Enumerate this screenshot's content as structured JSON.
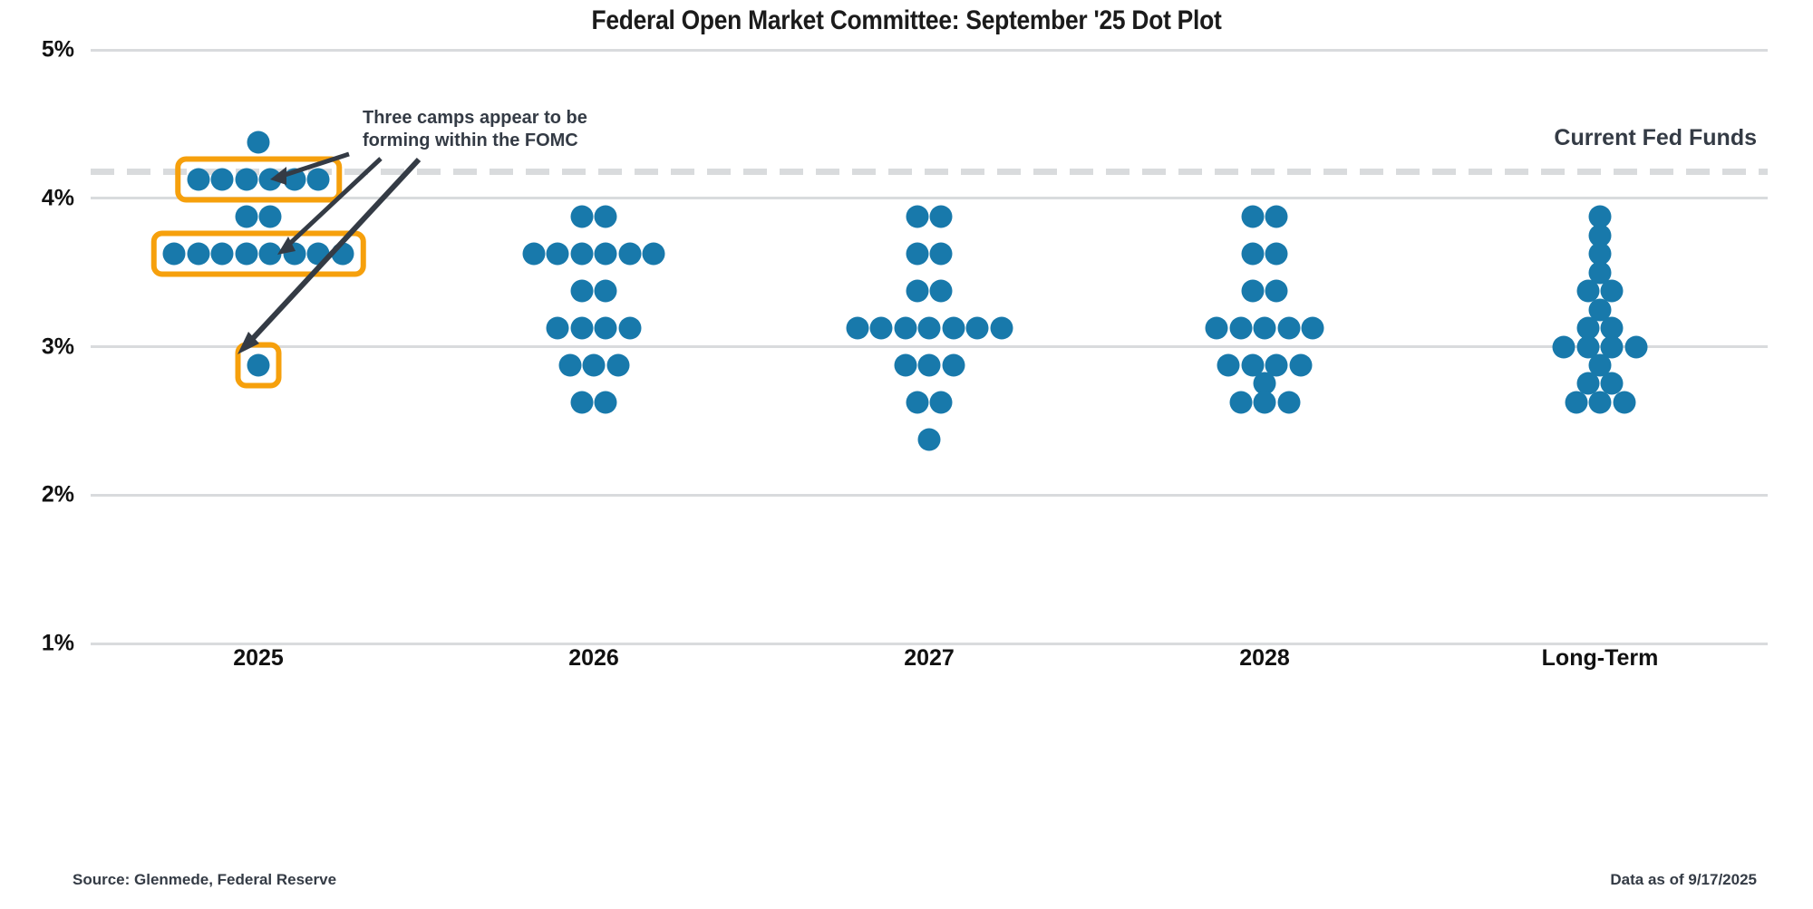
{
  "title": "Federal Open Market Committee: September '25 Dot Plot",
  "annotation": {
    "text": "Three camps appear to be\nforming within the FOMC",
    "color": "#343b45"
  },
  "fed_funds_label": "Current Fed Funds",
  "footer": {
    "source": "Source: Glenmede, Federal Reserve",
    "data_as_of": "Data as of 9/17/2025"
  },
  "style": {
    "dot_color": "#1879ab",
    "highlight_color": "#f6a00c",
    "grid_color": "#d9dbdd",
    "text_color": "#343b45"
  },
  "chart_data": {
    "type": "scatter",
    "title": "Federal Open Market Committee: September '25 Dot Plot",
    "xlabel": "",
    "ylabel": "",
    "ylim": [
      1,
      5
    ],
    "yticks": [
      "1%",
      "2%",
      "3%",
      "4%",
      "5%"
    ],
    "ytick_values": [
      1,
      2,
      3,
      4,
      5
    ],
    "grid": true,
    "legend": "none",
    "categories": [
      "2025",
      "2026",
      "2027",
      "2028",
      "Long-Term"
    ],
    "reference_line": {
      "label": "Current Fed Funds",
      "value": 4.18,
      "style": "dashed",
      "color": "#d9dbdd"
    },
    "series": [
      {
        "name": "2025",
        "dots": [
          {
            "rate": 4.375,
            "count": 1
          },
          {
            "rate": 4.125,
            "count": 6
          },
          {
            "rate": 3.875,
            "count": 2
          },
          {
            "rate": 3.625,
            "count": 8
          },
          {
            "rate": 2.875,
            "count": 1
          }
        ]
      },
      {
        "name": "2026",
        "dots": [
          {
            "rate": 3.875,
            "count": 2
          },
          {
            "rate": 3.625,
            "count": 6
          },
          {
            "rate": 3.375,
            "count": 2
          },
          {
            "rate": 3.125,
            "count": 4
          },
          {
            "rate": 2.875,
            "count": 3
          },
          {
            "rate": 2.625,
            "count": 2
          }
        ]
      },
      {
        "name": "2027",
        "dots": [
          {
            "rate": 3.875,
            "count": 2
          },
          {
            "rate": 3.625,
            "count": 2
          },
          {
            "rate": 3.375,
            "count": 2
          },
          {
            "rate": 3.125,
            "count": 7
          },
          {
            "rate": 2.875,
            "count": 3
          },
          {
            "rate": 2.625,
            "count": 2
          },
          {
            "rate": 2.375,
            "count": 1
          }
        ]
      },
      {
        "name": "2028",
        "dots": [
          {
            "rate": 3.875,
            "count": 2
          },
          {
            "rate": 3.625,
            "count": 2
          },
          {
            "rate": 3.375,
            "count": 2
          },
          {
            "rate": 3.125,
            "count": 5
          },
          {
            "rate": 2.875,
            "count": 4
          },
          {
            "rate": 2.75,
            "count": 1
          },
          {
            "rate": 2.625,
            "count": 3
          }
        ]
      },
      {
        "name": "Long-Term",
        "dots": [
          {
            "rate": 3.875,
            "count": 1
          },
          {
            "rate": 3.75,
            "count": 1
          },
          {
            "rate": 3.625,
            "count": 1
          },
          {
            "rate": 3.5,
            "count": 1
          },
          {
            "rate": 3.375,
            "count": 2
          },
          {
            "rate": 3.25,
            "count": 1
          },
          {
            "rate": 3.125,
            "count": 2
          },
          {
            "rate": 3.0,
            "count": 4
          },
          {
            "rate": 2.875,
            "count": 1
          },
          {
            "rate": 2.75,
            "count": 2
          },
          {
            "rate": 2.625,
            "count": 3
          }
        ]
      }
    ],
    "highlights": [
      {
        "category": "2025",
        "rate": 4.125,
        "count": 6,
        "note": "camp-1"
      },
      {
        "category": "2025",
        "rate": 3.625,
        "count": 8,
        "note": "camp-2"
      },
      {
        "category": "2025",
        "rate": 2.875,
        "count": 1,
        "note": "camp-3"
      }
    ]
  }
}
